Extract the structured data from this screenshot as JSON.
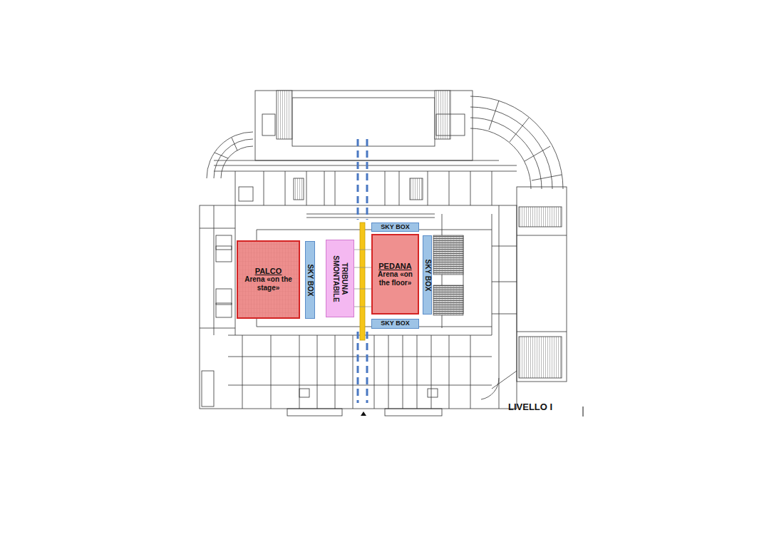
{
  "diagram": {
    "nodes": [
      {
        "text": [
          "SKY BOX"
        ]
      },
      {
        "text": [
          "PALCO",
          "Arena «on the stage»"
        ]
      },
      {
        "text": [
          "SKY BOX"
        ]
      },
      {
        "text": [
          "TRIBUNA SMONTABILE"
        ]
      },
      {
        "text": [
          "PEDANA",
          "Arena «on the floor»"
        ]
      },
      {
        "text": [
          "SKY BOX"
        ]
      },
      {
        "text": [
          "SKY BOX"
        ]
      }
    ],
    "labels": [
      "LIVELLO I"
    ]
  }
}
